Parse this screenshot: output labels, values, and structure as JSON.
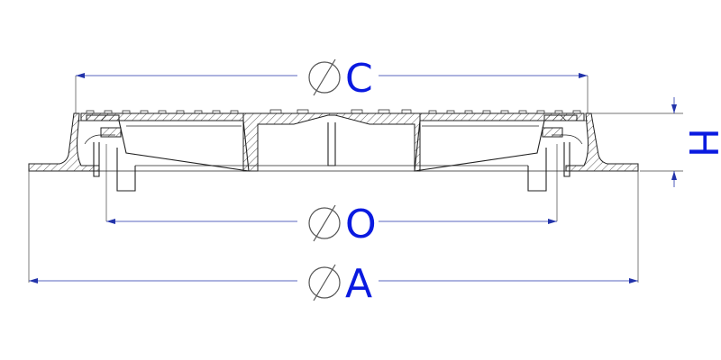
{
  "diagram": {
    "labels": {
      "c": "C",
      "o": "O",
      "a": "A",
      "h": "H"
    },
    "colors": {
      "label": "#0a1ae0",
      "dimension": "#2233aa",
      "outline": "#222222"
    },
    "icons": {
      "diameter_symbol": "diameter-icon"
    }
  }
}
